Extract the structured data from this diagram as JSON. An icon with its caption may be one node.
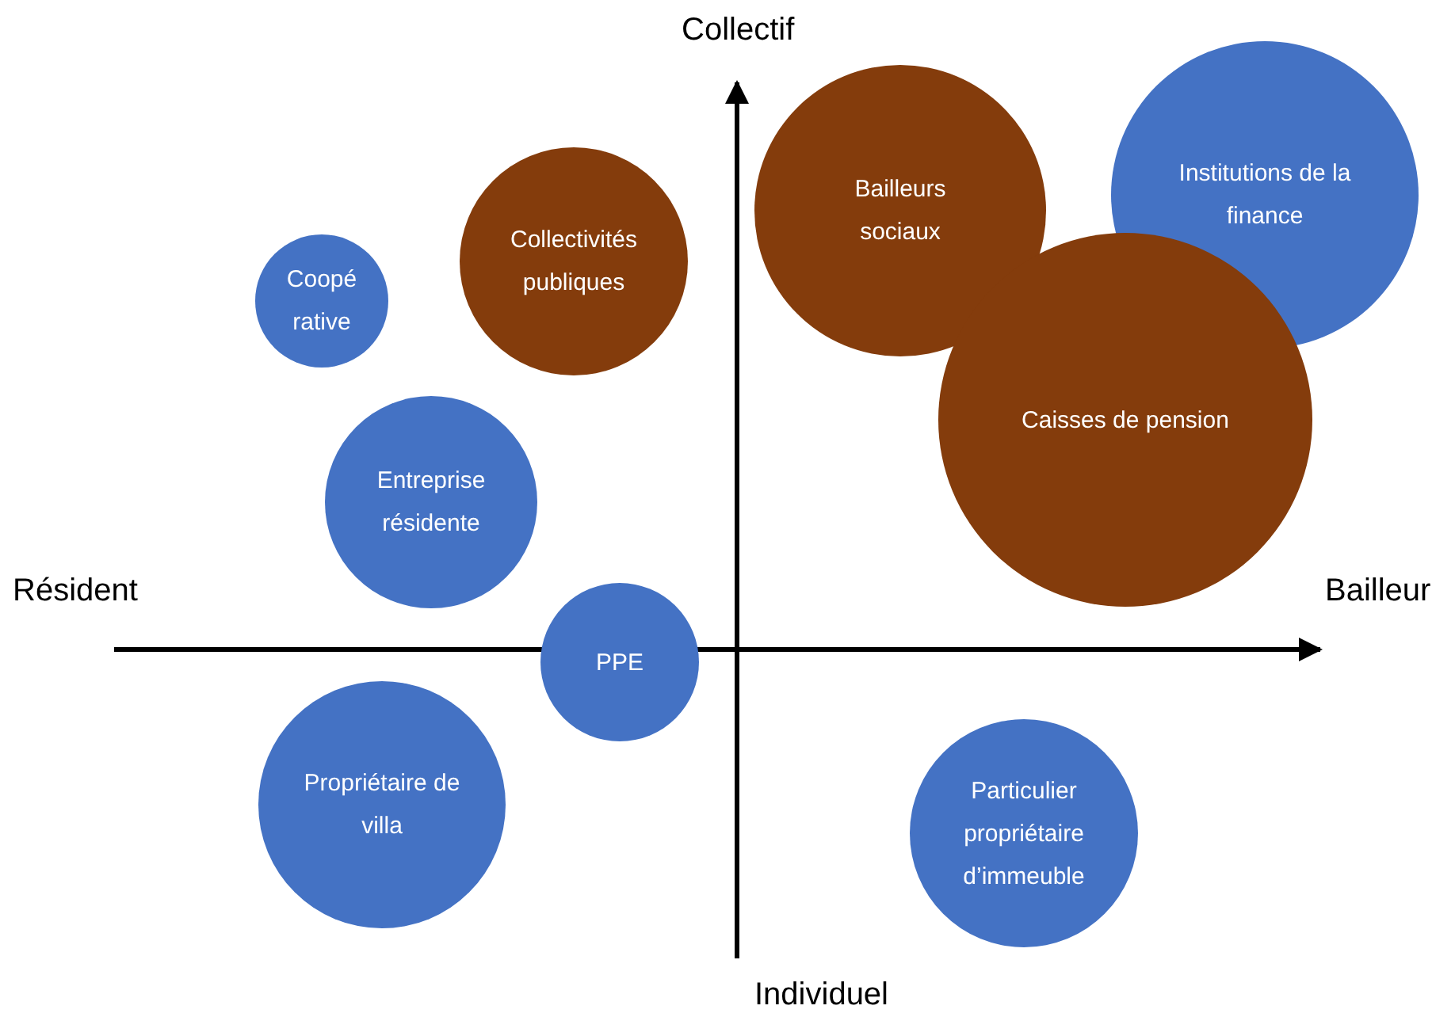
{
  "diagram": {
    "nodes": [
      {
        "text": [
          "Bailleurs sociaux"
        ]
      },
      {
        "text": [
          "Institutions de la finance"
        ]
      },
      {
        "text": [
          "Collectivités publiques"
        ]
      },
      {
        "text": [
          "Coopé rative"
        ]
      },
      {
        "text": [
          "Caisses de pension"
        ]
      },
      {
        "text": [
          "Entreprise résidente"
        ]
      },
      {
        "text": [
          "PPE"
        ]
      },
      {
        "text": [
          "Propriétaire de villa"
        ]
      },
      {
        "text": [
          "Particulier propriétaire d’immeuble"
        ]
      }
    ],
    "edges": [],
    "labels": [
      "Collectif",
      "Résident",
      "Bailleur",
      "Individuel"
    ]
  }
}
